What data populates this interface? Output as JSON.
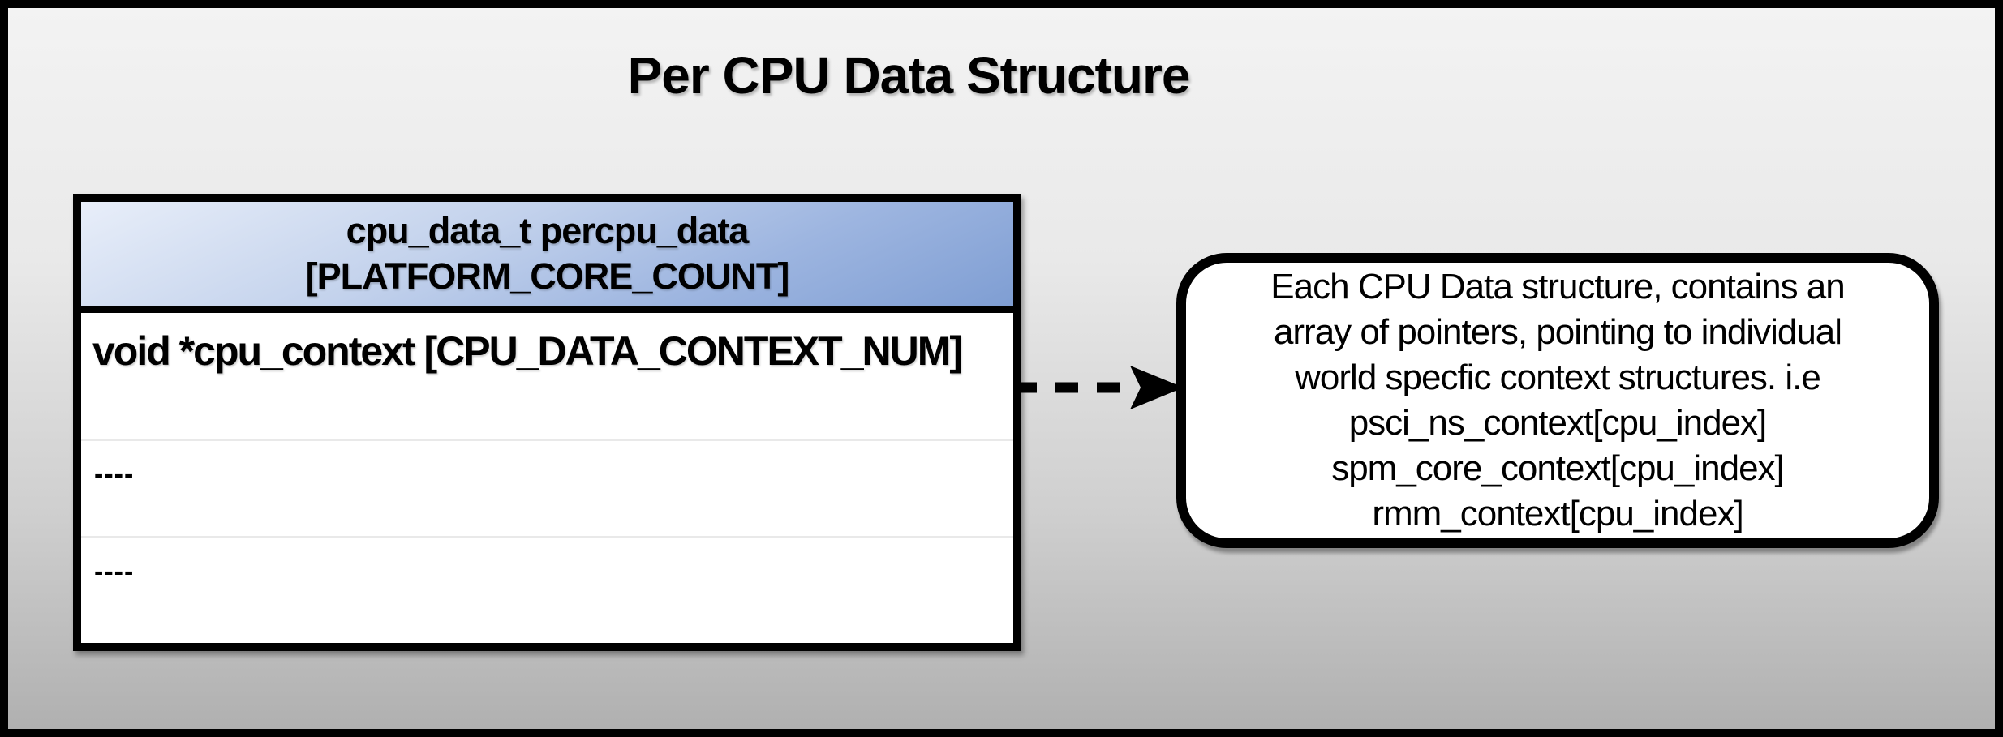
{
  "title": "Per CPU Data Structure",
  "struct_table": {
    "header_line1": "cpu_data_t percpu_data",
    "header_line2": "[PLATFORM_CORE_COUNT]",
    "rows": [
      "void *cpu_context [CPU_DATA_CONTEXT_NUM]",
      "----",
      "----"
    ]
  },
  "arrow": {
    "style": "dashed",
    "direction": "right",
    "from": "cpu_context row",
    "to": "callout"
  },
  "callout": {
    "lines": [
      "Each CPU Data structure, contains an",
      "array of pointers, pointing to individual",
      "world specfic context structures. i.e",
      "psci_ns_context[cpu_index]",
      "spm_core_context[cpu_index]",
      "rmm_context[cpu_index]"
    ]
  },
  "colors": {
    "outer_border": "#000000",
    "background_top": "#f3f3f3",
    "background_bottom": "#b0b0b0",
    "header_gradient_light": "#e8eef9",
    "header_gradient_dark": "#7f9ed3",
    "row_separator": "#e9e9e9",
    "box_fill": "#ffffff",
    "text": "#000000"
  }
}
